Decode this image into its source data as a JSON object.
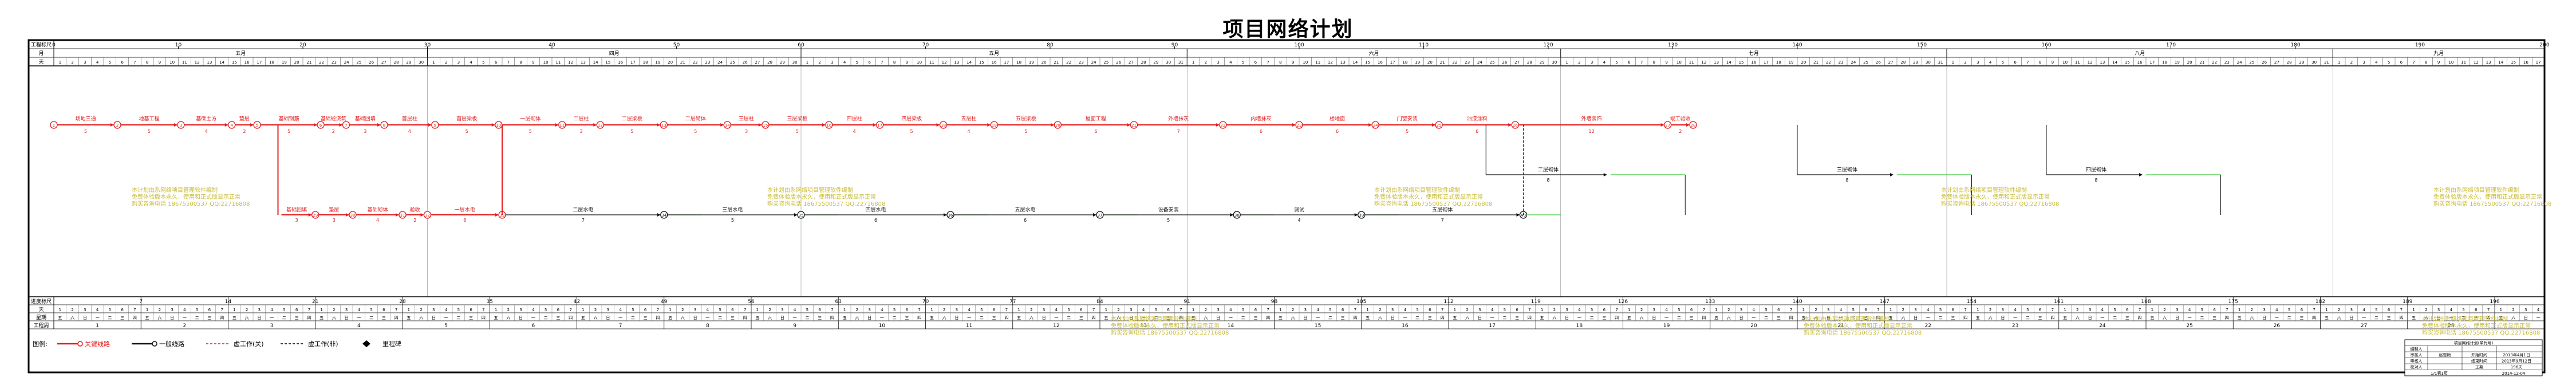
{
  "title": "项目网络计划",
  "header": {
    "row_labels": [
      "工程标尺",
      "月",
      "天"
    ],
    "day_ticks": [
      "0",
      "10",
      "20",
      "30",
      "40",
      "50",
      "60",
      "70",
      "80",
      "90",
      "100",
      "110",
      "120",
      "130",
      "140",
      "150",
      "160",
      "170",
      "180",
      "190",
      "200"
    ],
    "months": [
      "五月",
      "四月",
      "五月",
      "六月",
      "七月",
      "八月",
      "九月"
    ]
  },
  "footer": {
    "row_labels": [
      "进度标尺",
      "天",
      "星期",
      "工程周"
    ],
    "cum_ticks": [
      "7",
      "14",
      "21",
      "28",
      "35",
      "42",
      "49",
      "56",
      "63",
      "70",
      "77",
      "84",
      "91",
      "98",
      "105",
      "112",
      "119",
      "126",
      "133",
      "140",
      "147",
      "154",
      "161",
      "168",
      "175",
      "182",
      "189",
      "196"
    ],
    "weekday_cycle": [
      "五",
      "六",
      "日",
      "一",
      "二",
      "三",
      "四"
    ],
    "weeks": [
      "1",
      "2",
      "3",
      "4",
      "5",
      "6",
      "7",
      "8",
      "9",
      "10",
      "11",
      "12",
      "13",
      "14",
      "15",
      "16",
      "17",
      "18",
      "19",
      "20",
      "21",
      "22",
      "23",
      "24",
      "25",
      "26",
      "27",
      "28"
    ]
  },
  "legend": {
    "label": "图例:",
    "items": [
      "关键线路",
      "一般线路",
      "虚工作(关)",
      "虚工作(非)",
      "里程碑"
    ]
  },
  "critical_path": {
    "tasks": [
      {
        "name": "场地三通",
        "dur": "5"
      },
      {
        "name": "地基工程",
        "dur": "5"
      },
      {
        "name": "基础土方",
        "dur": "4"
      },
      {
        "name": "垫层",
        "dur": "2"
      },
      {
        "name": "基础钢筋",
        "dur": "5"
      },
      {
        "name": "基础砼浇筑",
        "dur": "2"
      },
      {
        "name": "基础回填",
        "dur": "3"
      },
      {
        "name": "首层柱",
        "dur": "4"
      },
      {
        "name": "首层梁板",
        "dur": "5"
      },
      {
        "name": "一层砌体",
        "dur": "5"
      },
      {
        "name": "二层柱",
        "dur": "3"
      },
      {
        "name": "二层梁板",
        "dur": "5"
      },
      {
        "name": "二层砌体",
        "dur": "5"
      },
      {
        "name": "三层柱",
        "dur": "3"
      },
      {
        "name": "三层梁板",
        "dur": "5"
      },
      {
        "name": "四层柱",
        "dur": "4"
      },
      {
        "name": "四层梁板",
        "dur": "5"
      },
      {
        "name": "五层柱",
        "dur": "4"
      },
      {
        "name": "五层梁板",
        "dur": "5"
      },
      {
        "name": "屋面工程",
        "dur": "6"
      },
      {
        "name": "外墙抹灰",
        "dur": "7"
      },
      {
        "name": "内墙抹灰",
        "dur": "6"
      },
      {
        "name": "楼地面",
        "dur": "6"
      },
      {
        "name": "门窗安装",
        "dur": "5"
      },
      {
        "name": "油漆涂料",
        "dur": "6"
      },
      {
        "name": "外墙装饰",
        "dur": "12"
      },
      {
        "name": "竣工验收",
        "dur": "2"
      }
    ]
  },
  "upper_branch": [
    {
      "name": "二层砌体",
      "dur": "8"
    },
    {
      "name": "三层砌体",
      "dur": "8"
    },
    {
      "name": "四层砌体",
      "dur": "8"
    }
  ],
  "lower_branch": [
    {
      "name": "基础回填",
      "dur": "3"
    },
    {
      "name": "垫层",
      "dur": "3"
    },
    {
      "name": "基础砌体",
      "dur": "4"
    },
    {
      "name": "验收",
      "dur": "2"
    },
    {
      "name": "一层水电",
      "dur": "6"
    },
    {
      "name": "二层水电",
      "dur": "7"
    },
    {
      "name": "三层水电",
      "dur": "5"
    },
    {
      "name": "四层水电",
      "dur": "6"
    },
    {
      "name": "五层水电",
      "dur": "6"
    },
    {
      "name": "设备安装",
      "dur": "5"
    },
    {
      "name": "调试",
      "dur": "4"
    },
    {
      "name": "五层砌体",
      "dur": "7"
    }
  ],
  "watermark": [
    "本计划由系网络项目管理软件编制",
    "免费体验版本永久，使用和正式版显示正常",
    "购买咨询电话 18675500537 QQ:22716808"
  ],
  "title_block": {
    "project": "项目网络计划(单代号)",
    "rows": [
      {
        "label": "编制人",
        "value": "",
        "k2": "",
        "v2": ""
      },
      {
        "label": "审核人",
        "value": "赵雪梅",
        "k2": "开始时间",
        "v2": "2013年4月1日"
      },
      {
        "label": "审核人",
        "value": "",
        "k2": "结束时间",
        "v2": "2013年9月12日"
      },
      {
        "label": "校对人",
        "value": "",
        "k2": "工期",
        "v2": "196天"
      }
    ],
    "page": "1/1第1页",
    "date": "2014-12-04"
  },
  "colors": {
    "critical": "#e31b1b",
    "normal": "#111111",
    "virtual": "#2a2a2a",
    "green": "#3cc83c",
    "grid": "#8a8a8a",
    "watermark": "#c9bb3a"
  }
}
